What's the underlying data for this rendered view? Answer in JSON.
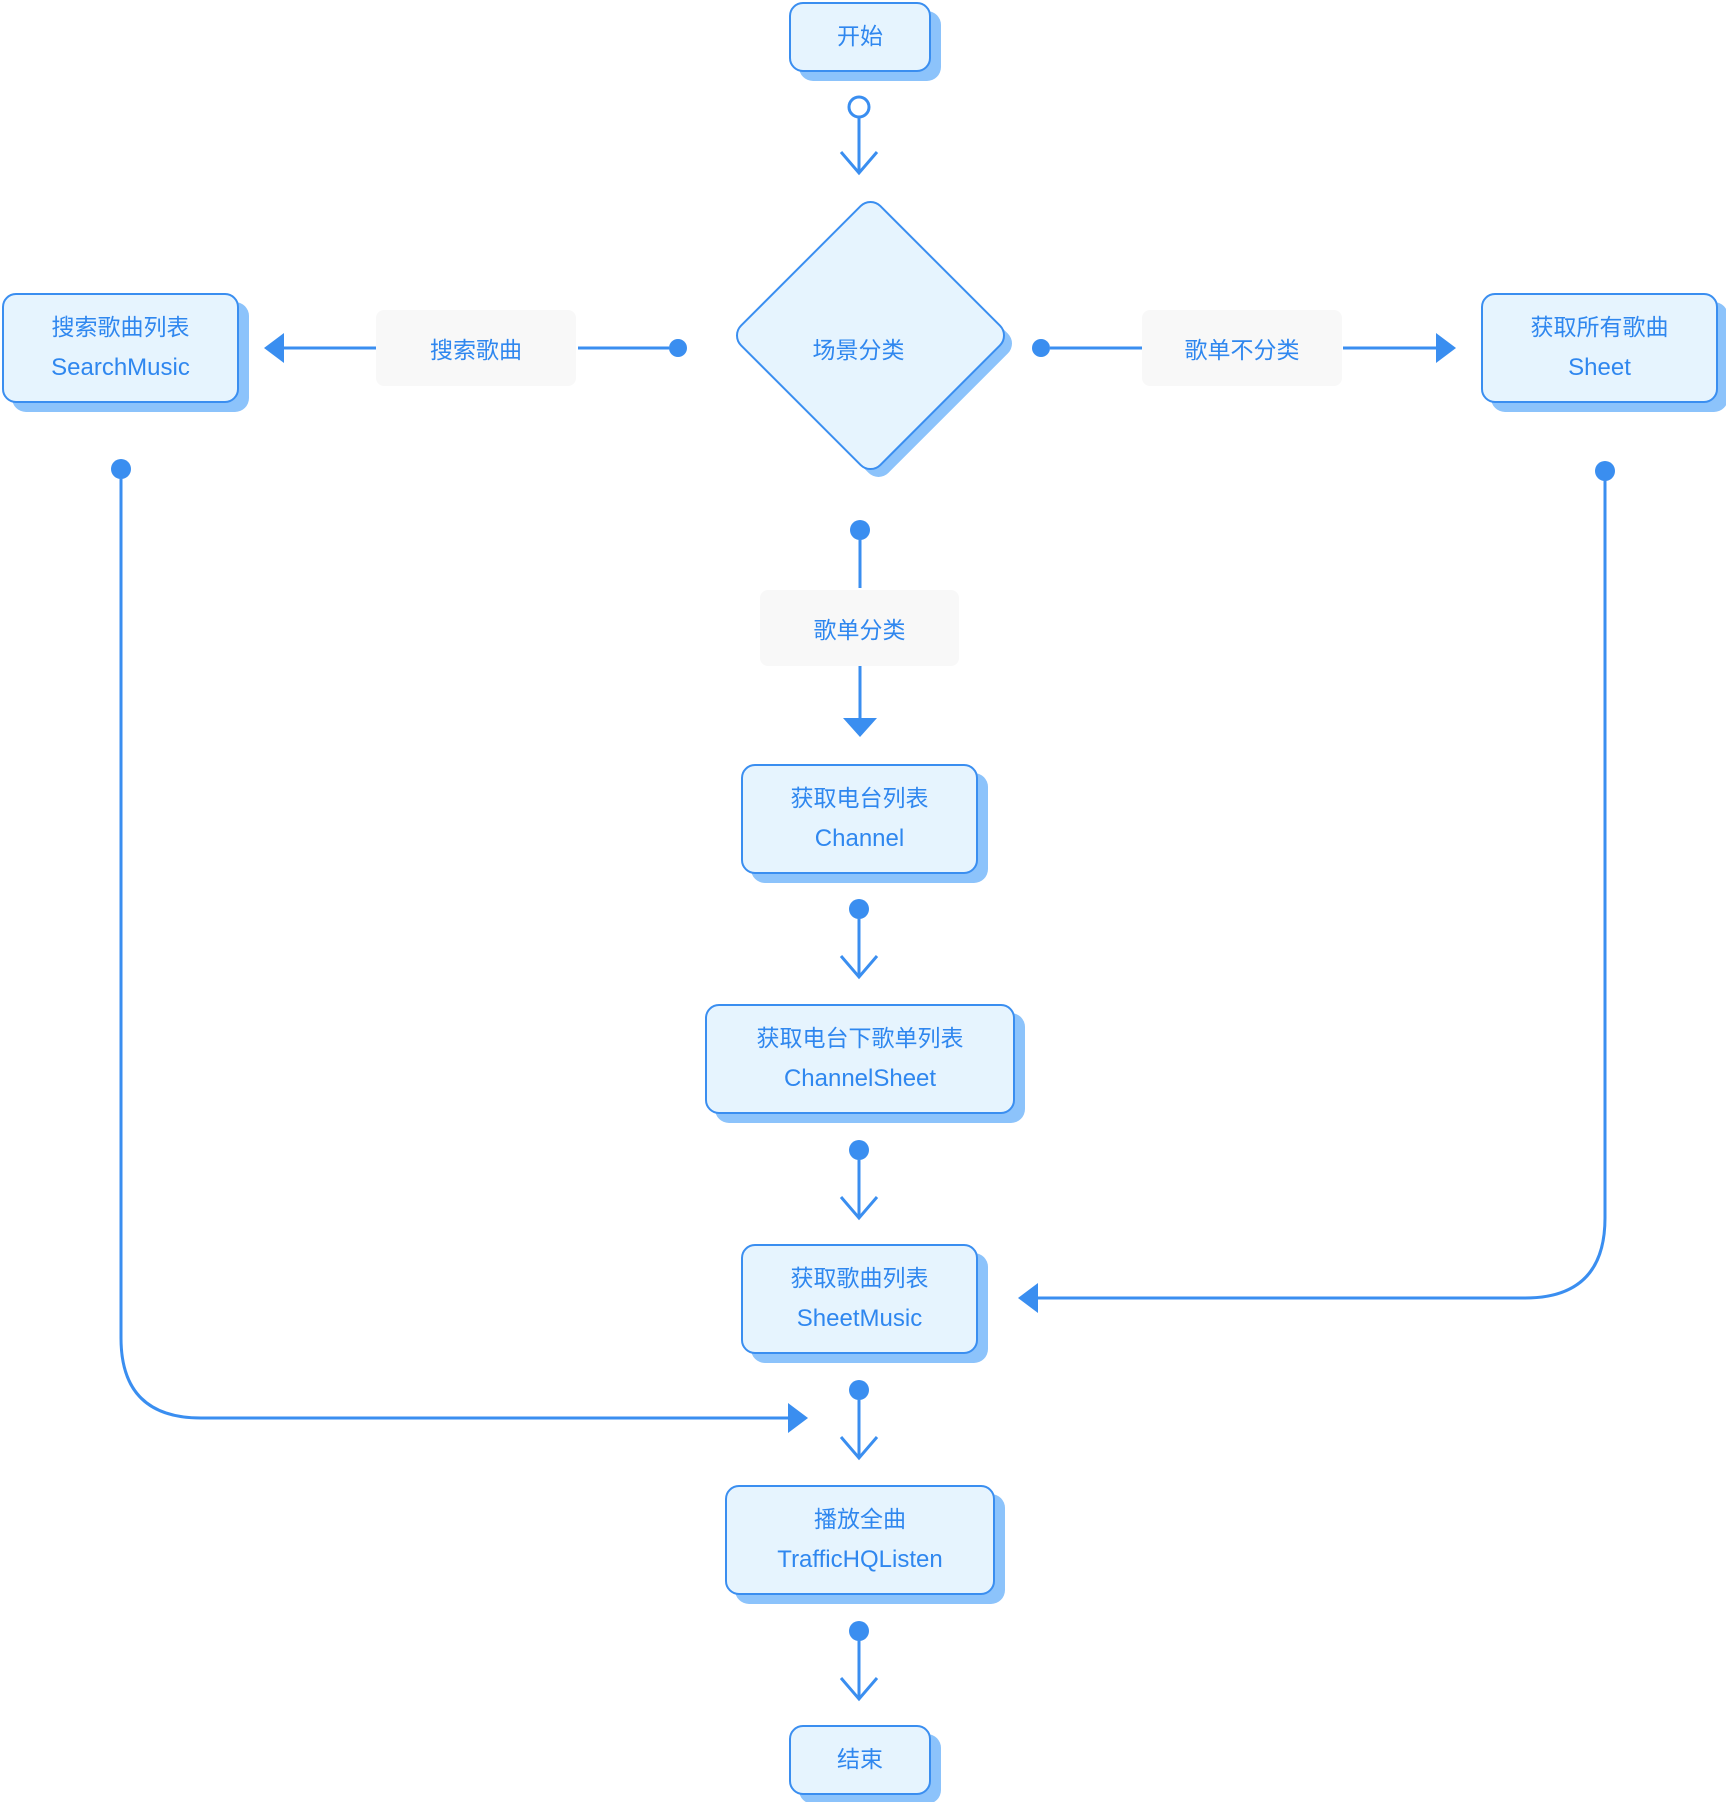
{
  "nodes": {
    "start": {
      "label": "开始"
    },
    "decision": {
      "label": "场景分类"
    },
    "search": {
      "zh": "搜索歌曲列表",
      "en": "SearchMusic"
    },
    "sheet": {
      "zh": "获取所有歌曲",
      "en": "Sheet"
    },
    "channel": {
      "zh": "获取电台列表",
      "en": "Channel"
    },
    "channel_sheet": {
      "zh": "获取电台下歌单列表",
      "en": "ChannelSheet"
    },
    "sheet_music": {
      "zh": "获取歌曲列表",
      "en": "SheetMusic"
    },
    "play": {
      "zh": "播放全曲",
      "en": "TrafficHQListen"
    },
    "end": {
      "label": "结束"
    }
  },
  "edges": {
    "search_song": "搜索歌曲",
    "no_category": "歌单不分类",
    "category": "歌单分类"
  },
  "colors": {
    "line": "#3a8ef0",
    "node_fill": "#e6f4fe",
    "node_shadow": "#8cc3fb",
    "text": "#2f87ef",
    "edge_label_bg": "#f8f8f8"
  }
}
